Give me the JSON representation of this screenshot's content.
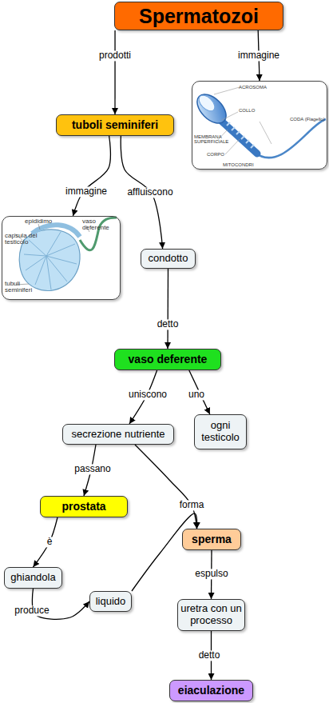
{
  "diagram": {
    "nodes": [
      {
        "text": [
          "Spermatozoi"
        ]
      },
      {
        "text": [
          "tuboli seminiferi"
        ]
      },
      {
        "text": [
          "ACROSOMA",
          "COLLO",
          "MEMBRANA SUPERFICIALE",
          "CORPO",
          "MITOCONDRI",
          "CODA (Flagello)"
        ]
      },
      {
        "text": [
          "epididimo",
          "vaso deferente",
          "capsula del testicolo",
          "tubuli seminiferi"
        ]
      },
      {
        "text": [
          "condotto"
        ]
      },
      {
        "text": [
          "vaso deferente"
        ]
      },
      {
        "text": [
          "secrezione nutriente"
        ]
      },
      {
        "text": [
          "ogni testicolo"
        ]
      },
      {
        "text": [
          "prostata"
        ]
      },
      {
        "text": [
          "sperma"
        ]
      },
      {
        "text": [
          "ghiandola"
        ]
      },
      {
        "text": [
          "liquido"
        ]
      },
      {
        "text": [
          "uretra con un processo"
        ]
      },
      {
        "text": [
          "eiaculazione"
        ]
      }
    ],
    "edges": [
      {
        "from": 0,
        "to": 1,
        "label": "prodotti",
        "arrow": "to"
      },
      {
        "from": 0,
        "to": 2,
        "label": "immagine",
        "arrow": "to"
      },
      {
        "from": 1,
        "to": 3,
        "label": "immagine",
        "arrow": "to"
      },
      {
        "from": 1,
        "to": 4,
        "label": "affluiscono",
        "arrow": "to"
      },
      {
        "from": 4,
        "to": 5,
        "label": "detto",
        "arrow": "to"
      },
      {
        "from": 5,
        "to": 6,
        "label": "uniscono",
        "arrow": "to"
      },
      {
        "from": 5,
        "to": 7,
        "label": "uno",
        "arrow": "to"
      },
      {
        "from": 6,
        "to": 8,
        "label": "passano",
        "arrow": "to"
      },
      {
        "from": 6,
        "to": 9,
        "label": "forma",
        "arrow": "to"
      },
      {
        "from": 8,
        "to": 10,
        "label": "è",
        "arrow": "to"
      },
      {
        "from": 10,
        "to": 11,
        "label": "produce",
        "arrow": "to"
      },
      {
        "from": 11,
        "to": 9,
        "arrow": "to"
      },
      {
        "from": 9,
        "to": 12,
        "label": "espulso",
        "arrow": "to"
      },
      {
        "from": 12,
        "to": 13,
        "label": "detto",
        "arrow": "to"
      }
    ]
  }
}
